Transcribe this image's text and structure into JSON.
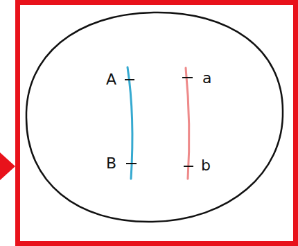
{
  "diagram": {
    "labels": [
      "A",
      "B",
      "a",
      "b"
    ]
  }
}
